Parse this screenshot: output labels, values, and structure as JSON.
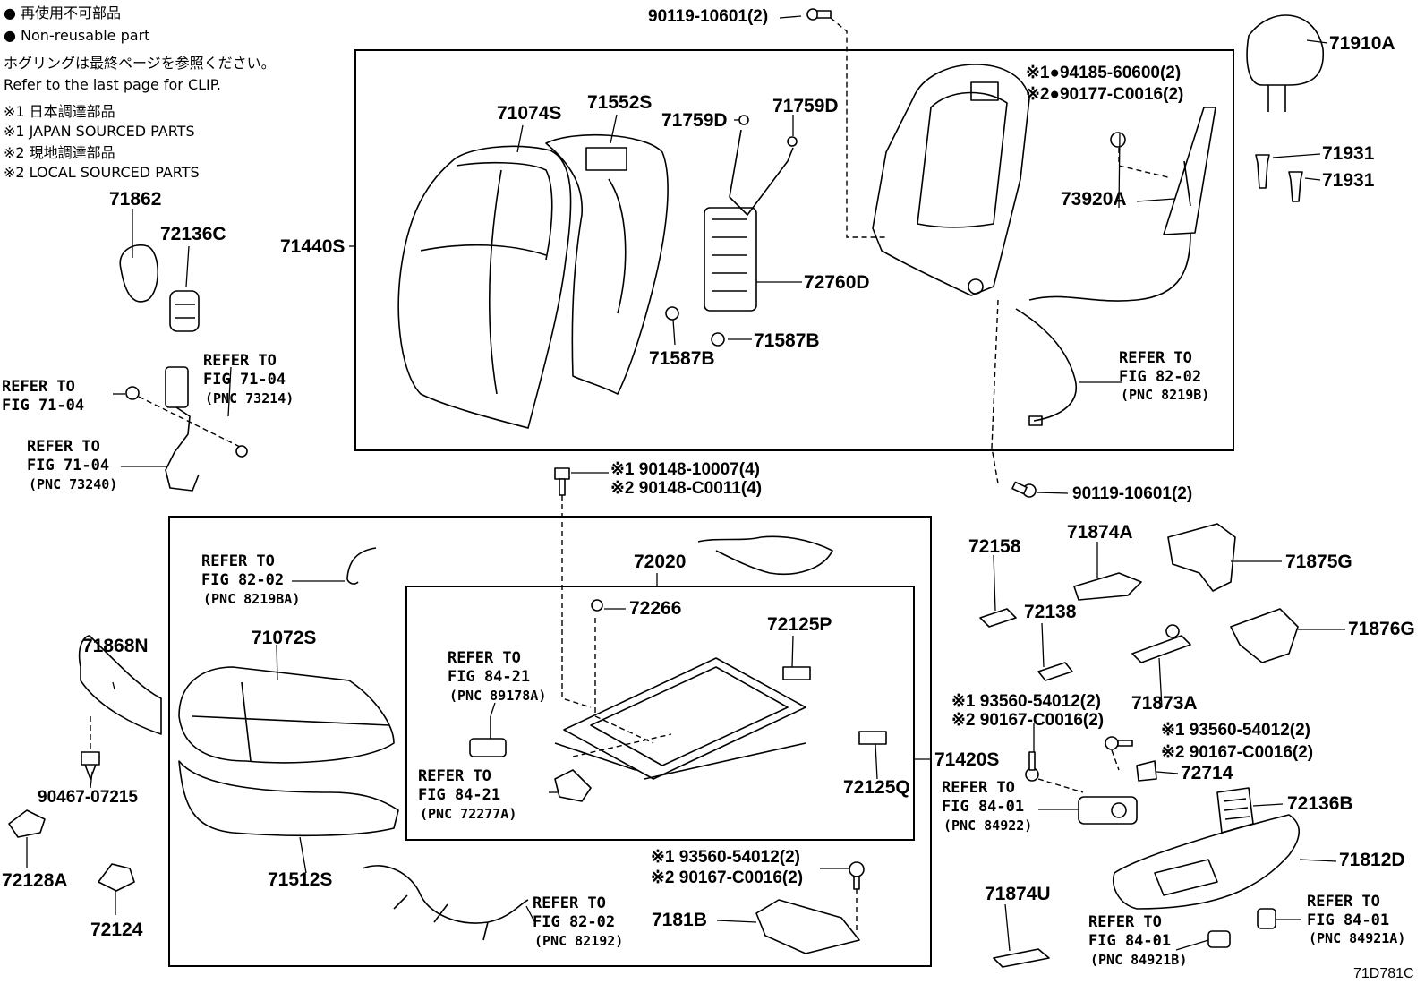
{
  "legend": {
    "nonreusable_jp": "● 再使用不可部品",
    "nonreusable_en": "● Non-reusable part",
    "clip_jp": "ホグリングは最終ページを参照ください。",
    "clip_en": "Refer to the last page for CLIP.",
    "japan_jp": "※1 日本調達部品",
    "japan_en": "※1 JAPAN SOURCED PARTS",
    "local_jp": "※2 現地調達部品",
    "local_en": "※2 LOCAL SOURCED PARTS"
  },
  "parts": {
    "p90119_top": "90119-10601(2)",
    "p71910A": "71910A",
    "p94185": "※1●94185-60600(2)",
    "p90177": "※2●90177-C0016(2)",
    "p71074S": "71074S",
    "p71552S": "71552S",
    "p71759D_a": "71759D",
    "p71759D_b": "71759D",
    "p71931_a": "71931",
    "p71931_b": "71931",
    "p73920A": "73920A",
    "p71862": "71862",
    "p72136C": "72136C",
    "p71440S": "71440S",
    "p72760D": "72760D",
    "p71587B_a": "71587B",
    "p71587B_b": "71587B",
    "p90148_1": "※1 90148-10007(4)",
    "p90148_2": "※2 90148-C0011(4)",
    "p90119_bot": "90119-10601(2)",
    "p72158": "72158",
    "p71874A": "71874A",
    "p71875G": "71875G",
    "p72020": "72020",
    "p72266": "72266",
    "p72125P": "72125P",
    "p72138": "72138",
    "p71876G": "71876G",
    "p71868N": "71868N",
    "p71072S": "71072S",
    "p71873A": "71873A",
    "p93560_a1": "※1 93560-54012(2)",
    "p90167_a2": "※2 90167-C0016(2)",
    "p93560_b1": "※1 93560-54012(2)",
    "p90167_b2": "※2 90167-C0016(2)",
    "p72714": "72714",
    "p71420S": "71420S",
    "p72125Q": "72125Q",
    "p90467": "90467-07215",
    "p72136B": "72136B",
    "p72128A": "72128A",
    "p71512S": "71512S",
    "p93560_c1": "※1 93560-54012(2)",
    "p90167_c2": "※2 90167-C0016(2)",
    "p71812D": "71812D",
    "p71874U": "71874U",
    "p7181B": "7181B",
    "p72124": "72124",
    "code": "71D781C"
  },
  "refs": {
    "r1": {
      "a": "REFER TO",
      "b": "FIG 71-04",
      "c": "(PNC 73214)"
    },
    "r2": {
      "a": "REFER TO",
      "b": "FIG 71-04"
    },
    "r3": {
      "a": "REFER TO",
      "b": "FIG 71-04",
      "c": "(PNC 73240)"
    },
    "r4": {
      "a": "REFER TO",
      "b": "FIG 82-02",
      "c": "(PNC 8219B)"
    },
    "r5": {
      "a": "REFER TO",
      "b": "FIG 82-02",
      "c": "(PNC 8219BA)"
    },
    "r6": {
      "a": "REFER TO",
      "b": "FIG 84-21",
      "c": "(PNC 89178A)"
    },
    "r7": {
      "a": "REFER TO",
      "b": "FIG 84-21",
      "c": "(PNC 72277A)"
    },
    "r8": {
      "a": "REFER TO",
      "b": "FIG 84-01",
      "c": "(PNC 84922)"
    },
    "r9": {
      "a": "REFER TO",
      "b": "FIG 82-02",
      "c": "(PNC 82192)"
    },
    "r10": {
      "a": "REFER TO",
      "b": "FIG 84-01",
      "c": "(PNC 84921B)"
    },
    "r11": {
      "a": "REFER TO",
      "b": "FIG 84-01",
      "c": "(PNC 84921A)"
    }
  }
}
